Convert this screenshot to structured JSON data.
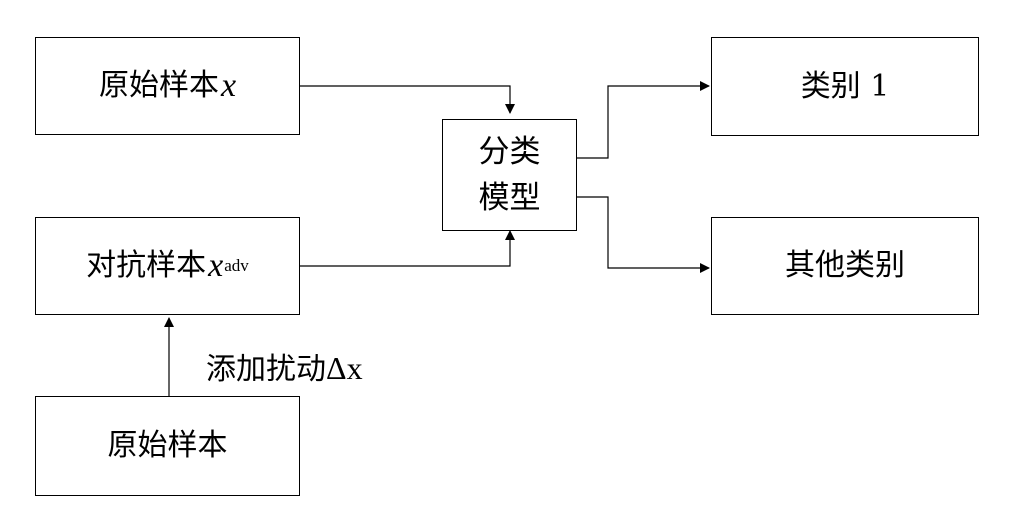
{
  "nodes": {
    "original_sample_x": {
      "text": "原始样本",
      "math": "x"
    },
    "adversarial_sample": {
      "text": "对抗样本",
      "math": "x",
      "subscript": "adv"
    },
    "original_sample": {
      "text": "原始样本"
    },
    "model": {
      "line1": "分类",
      "line2": "模型"
    },
    "class_1": {
      "text": "类别 1"
    },
    "other_classes": {
      "text": "其他类别"
    }
  },
  "edge_labels": {
    "perturbation": {
      "text": "添加扰动",
      "symbol": "Δx"
    }
  },
  "colors": {
    "stroke": "#000000",
    "background": "#ffffff"
  }
}
